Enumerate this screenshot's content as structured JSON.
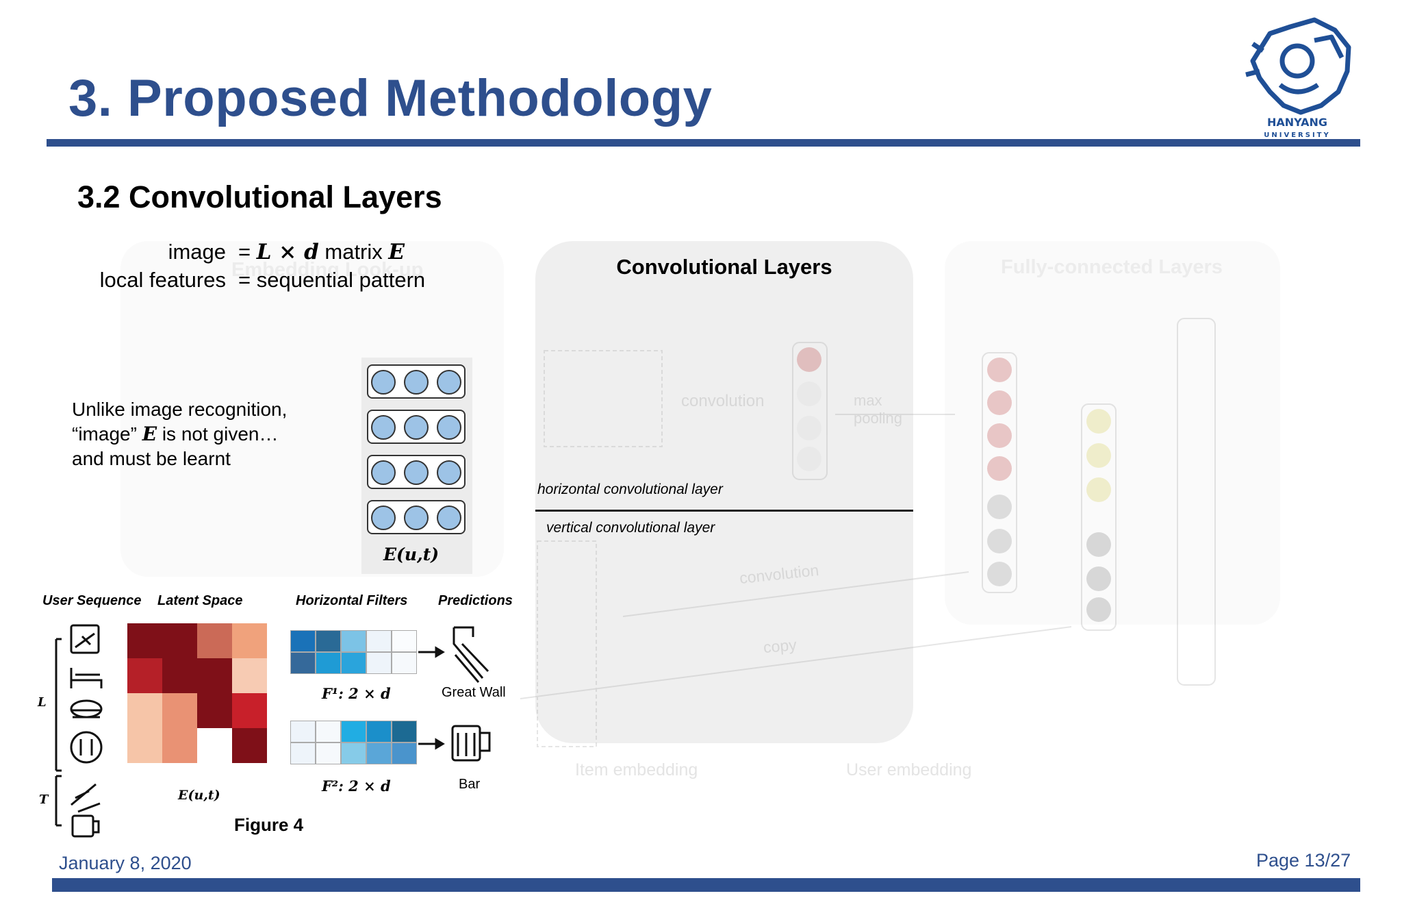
{
  "slide": {
    "title": "3. Proposed Methodology",
    "subtitle": "3.2 Convolutional Layers",
    "logo_text": "HANYANG UNIVERSITY",
    "accent_color": "#2e4f8d"
  },
  "equations": {
    "row1_label": "image",
    "row1_eq": "= ",
    "row1_math": "L × d",
    "row1_text": " matrix ",
    "row1_var": "E",
    "row2_label": "local features",
    "row2_text": "= sequential pattern"
  },
  "note": {
    "line1": "Unlike image recognition,",
    "line2_pre": "“image” ",
    "line2_var": "E",
    "line2_post": " is not given…",
    "line3": "and must be learnt"
  },
  "diagram": {
    "conv_title": "Convolutional Layers",
    "horizontal_label": "horizontal convolutional layer",
    "vertical_label": "vertical convolutional layer",
    "fc_title": "Fully-connected Layers",
    "emb_title": "Embedding Look-up",
    "item_embedding": "Item embedding",
    "user_embedding": "User embedding",
    "convolution_1": "convolution",
    "max_pooling": "max pooling",
    "convolution_2": "convolution",
    "copy": "copy",
    "emb_matrix_caption": "E(u,t)"
  },
  "figure": {
    "col_user_sequence": "User Sequence",
    "col_latent_space": "Latent Space",
    "col_horizontal_filters": "Horizontal Filters",
    "col_predictions": "Predictions",
    "f1_caption": "F¹: 2 × d",
    "f2_caption": "F²: 2 × d",
    "prediction_1": "Great Wall",
    "prediction_2": "Bar",
    "matrix_caption": "E(u,t)",
    "L_label": "L",
    "T_label": "T",
    "caption": "Figure 4"
  },
  "footer": {
    "date": "January 8, 2020",
    "page": "Page 13/27"
  }
}
